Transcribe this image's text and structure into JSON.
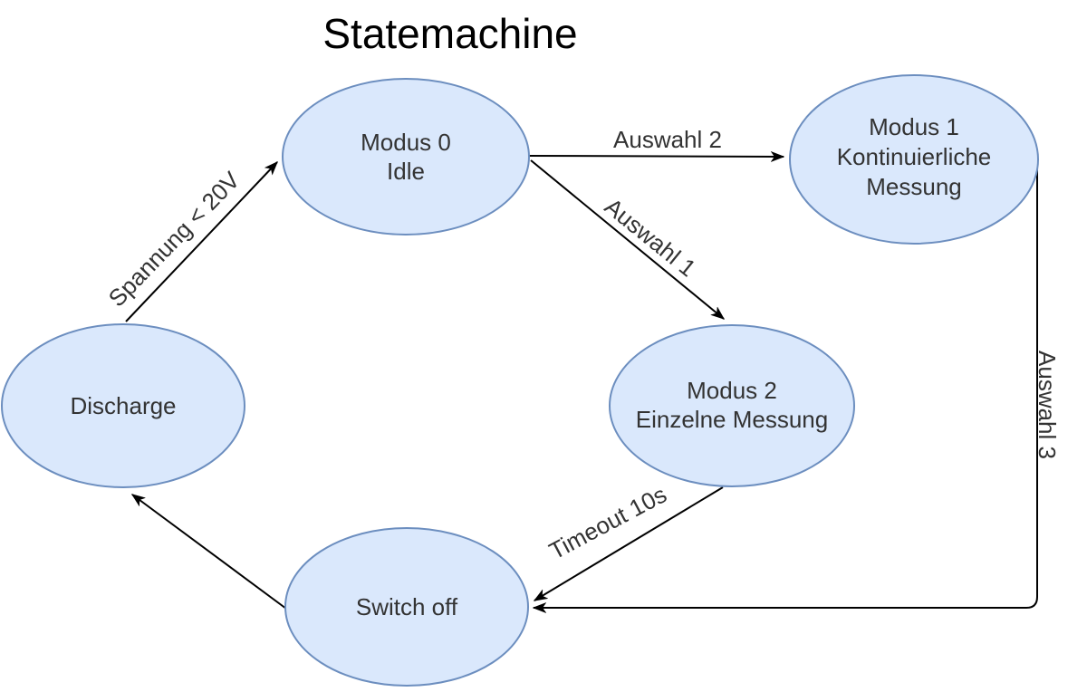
{
  "title": "Statemachine",
  "colors": {
    "node_fill": "#dae8fc",
    "node_stroke": "#6c8ebf",
    "edge": "#000000",
    "text": "#333333"
  },
  "nodes": [
    {
      "id": "modus0",
      "lines": [
        "Modus 0",
        "Idle"
      ]
    },
    {
      "id": "modus1",
      "lines": [
        "Modus 1",
        "Kontinuierliche",
        "Messung"
      ]
    },
    {
      "id": "modus2",
      "lines": [
        "Modus 2",
        "Einzelne Messung"
      ]
    },
    {
      "id": "discharge",
      "lines": [
        "Discharge"
      ]
    },
    {
      "id": "switchoff",
      "lines": [
        "Switch off"
      ]
    }
  ],
  "edges": [
    {
      "from": "modus0",
      "to": "modus1",
      "label": "Auswahl 2"
    },
    {
      "from": "modus0",
      "to": "modus2",
      "label": "Auswahl 1"
    },
    {
      "from": "discharge",
      "to": "modus0",
      "label": "Spannung < 20V"
    },
    {
      "from": "modus2",
      "to": "switchoff",
      "label": "Timeout 10s"
    },
    {
      "from": "modus1",
      "to": "switchoff",
      "label": "Auswahl 3"
    },
    {
      "from": "switchoff",
      "to": "discharge",
      "label": ""
    }
  ]
}
